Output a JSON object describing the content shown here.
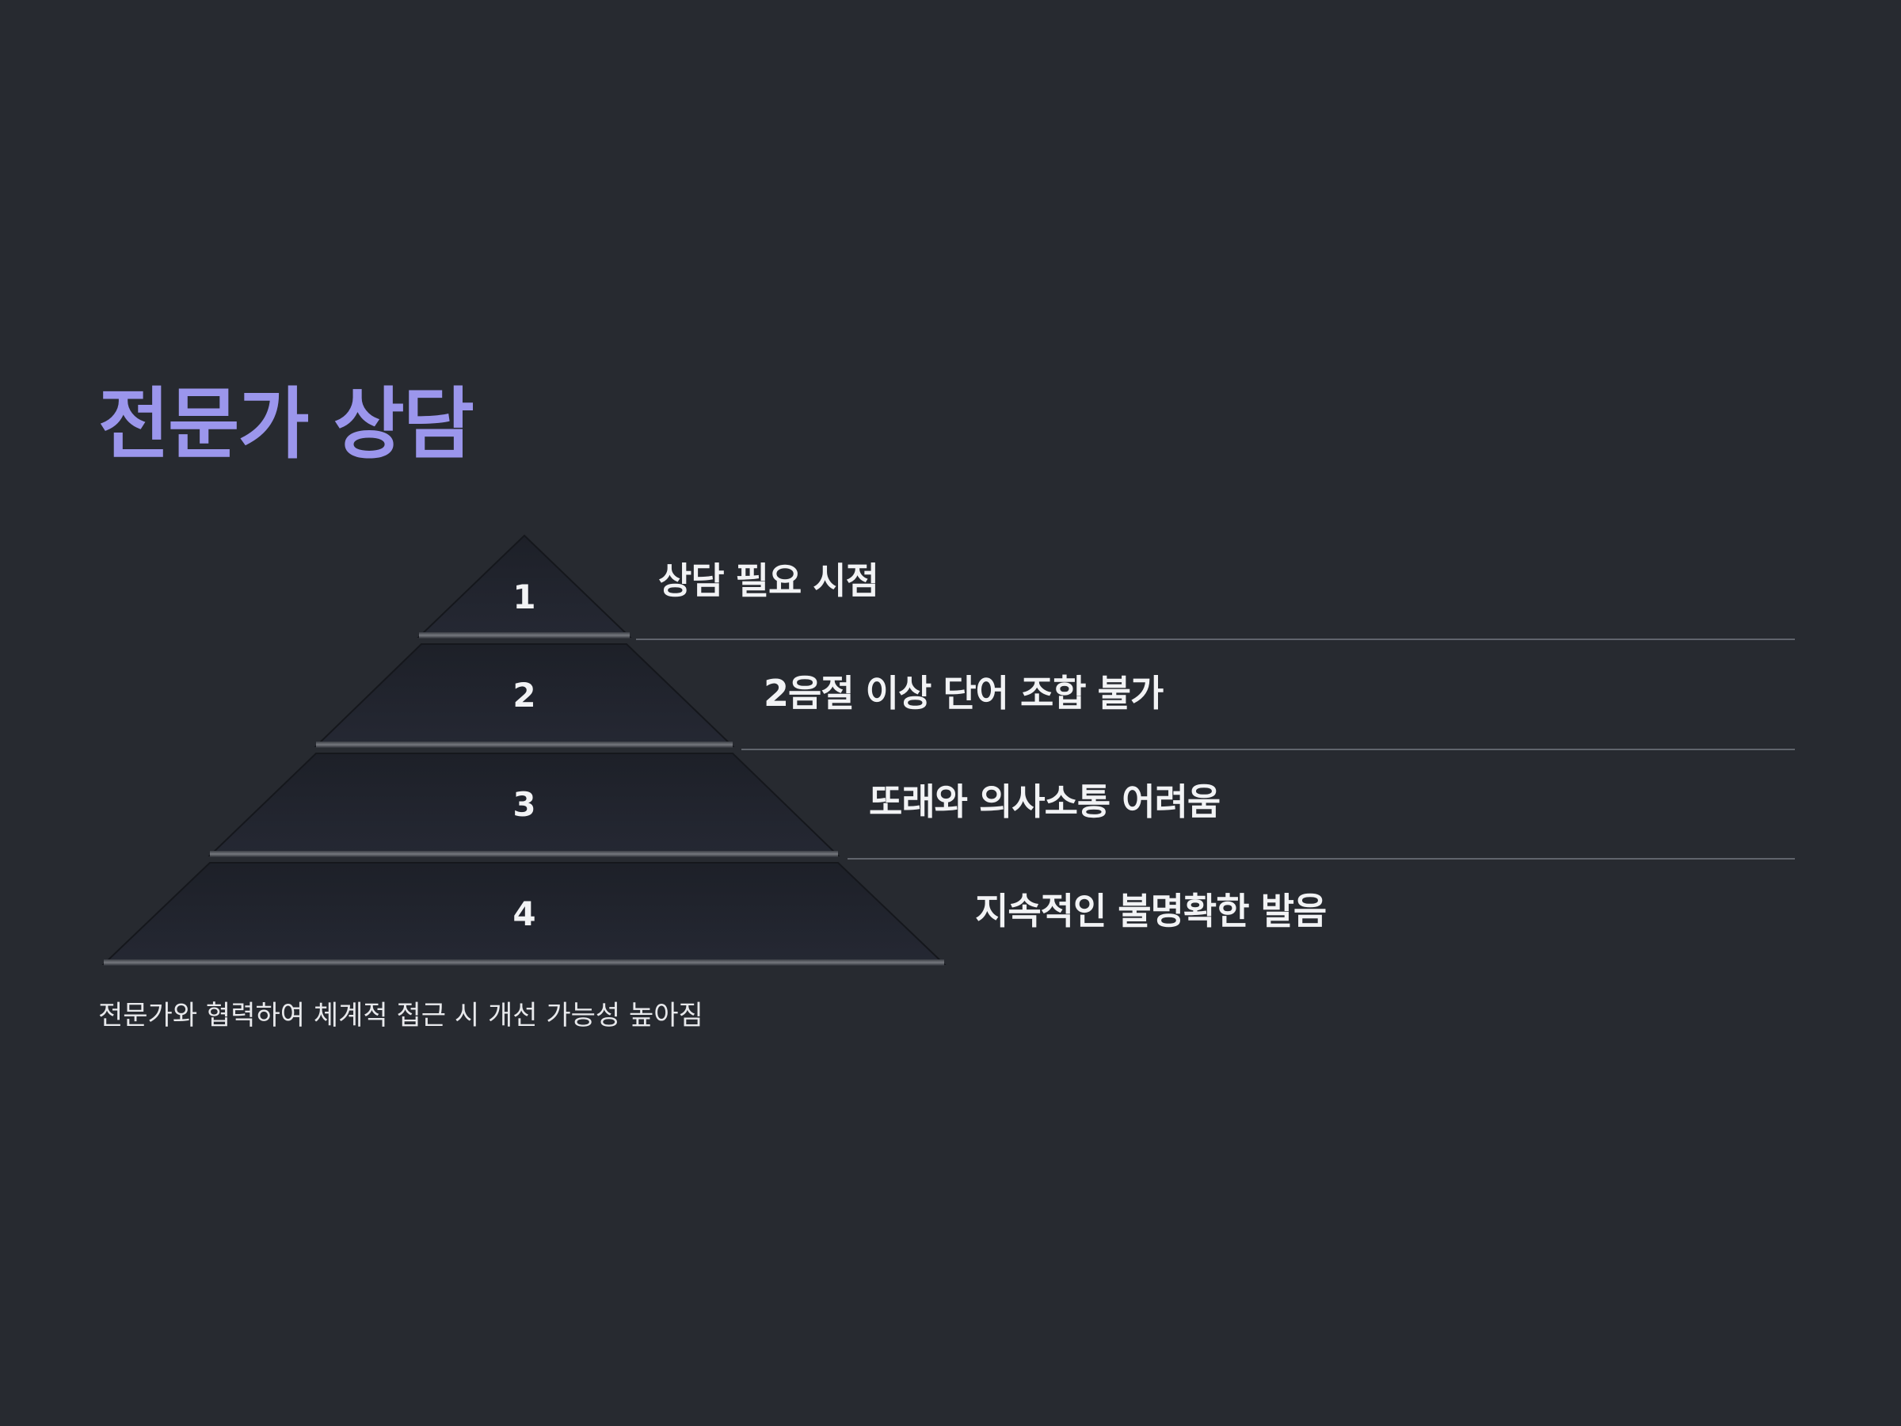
{
  "slide": {
    "title": "전문가 상담",
    "footnote": "전문가와 협력하여 체계적 접근 시 개선 가능성 높아짐"
  },
  "pyramid": {
    "tiers": [
      {
        "number": "1",
        "label": "상담 필요 시점"
      },
      {
        "number": "2",
        "label": "2음절 이상 단어 조합 불가"
      },
      {
        "number": "3",
        "label": "또래와 의사소통 어려움"
      },
      {
        "number": "4",
        "label": "지속적인 불명확한 발음"
      }
    ]
  },
  "colors": {
    "background": "#272a30",
    "title_accent": "#9b96ec",
    "tier_fill": "#22252e",
    "text": "#f2f3f5",
    "divider": "#60646c"
  }
}
